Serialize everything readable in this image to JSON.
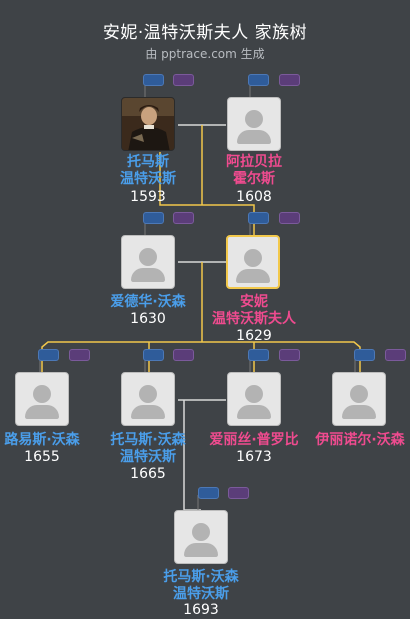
{
  "header": {
    "title": "安妮·温特沃斯夫人 家族树",
    "subtitle": "由 pptrace.com 生成"
  },
  "colors": {
    "background": "#3f4347",
    "male": "#4a9eea",
    "female": "#ef4b8f",
    "highlight_line": "#f2c84b",
    "line": "#d9d9d9"
  },
  "people": {
    "thomas_father": {
      "name_line1": "托马斯",
      "name_line2": "温特沃斯",
      "year": "1593",
      "gender": "male",
      "has_photo": true
    },
    "arabella": {
      "name_line1": "阿拉贝拉",
      "name_line2": "霍尔斯",
      "year": "1608",
      "gender": "female"
    },
    "edward": {
      "name_line1": "爱德华·沃森",
      "year": "1630",
      "gender": "male"
    },
    "anne": {
      "name_line1": "安妮",
      "name_line2": "温特沃斯夫人",
      "year": "1629",
      "gender": "female",
      "selected": true
    },
    "louis": {
      "name_line1": "路易斯·沃森",
      "year": "1655",
      "gender": "male"
    },
    "thomas_son": {
      "name_line1": "托马斯·沃森",
      "name_line2": "温特沃斯",
      "year": "1665",
      "gender": "male"
    },
    "alice": {
      "name_line1": "爱丽丝·普罗比",
      "year": "1673",
      "gender": "female"
    },
    "eleanor": {
      "name_line1": "伊丽诺尔·沃森",
      "year": "",
      "gender": "female"
    },
    "thomas_grandson": {
      "name_line1": "托马斯·沃森",
      "name_line2": "温特沃斯",
      "year": "1693",
      "gender": "male"
    }
  }
}
